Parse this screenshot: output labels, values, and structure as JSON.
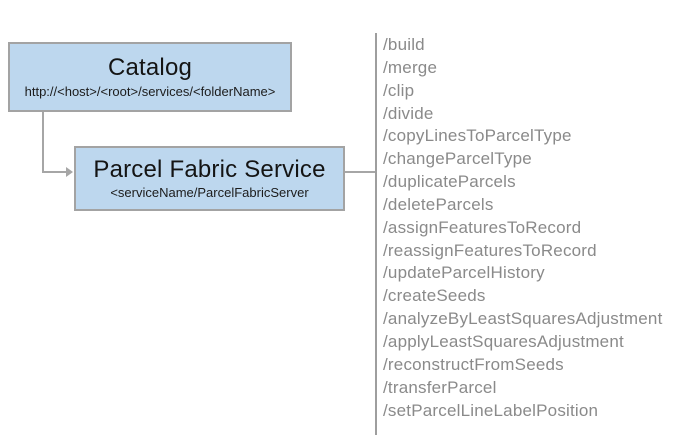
{
  "diagram": {
    "catalog_box": {
      "title": "Catalog",
      "subtitle": "http://<host>/<root>/services/<folderName>"
    },
    "service_box": {
      "title": "Parcel Fabric Service",
      "subtitle": "<serviceName/ParcelFabricServer"
    },
    "endpoints": [
      "/build",
      "/merge",
      "/clip",
      "/divide",
      "/copyLinesToParcelType",
      "/changeParcelType",
      "/duplicateParcels",
      "/deleteParcels",
      "/assignFeaturesToRecord",
      "/reassignFeaturesToRecord",
      "/updateParcelHistory",
      "/createSeeds",
      "/analyzeByLeastSquaresAdjustment",
      "/applyLeastSquaresAdjustment",
      "/reconstructFromSeeds",
      "/transferParcel",
      "/setParcelLineLabelPosition"
    ]
  },
  "colors": {
    "box_fill": "#bdd7ee",
    "box_border": "#a3a3a3",
    "connector": "#a6a6a6",
    "divider": "#9e9e9e",
    "endpoint_text": "#8a8a8a"
  }
}
